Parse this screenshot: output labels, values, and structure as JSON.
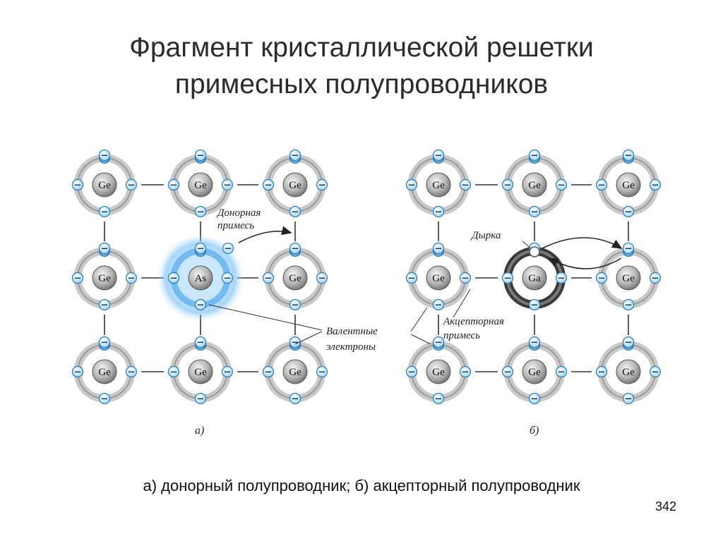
{
  "title": {
    "line1": "Фрагмент кристаллической решетки",
    "line2": "примесных полупроводников"
  },
  "diagram": {
    "host_atom": "Ge",
    "donor_atom": "As",
    "acceptor_atom": "Ga",
    "electron_sign": "−",
    "labels": {
      "donor_line1": "Донорная",
      "donor_line2": "примесь",
      "hole": "Дырка",
      "valence_line1": "Валентные",
      "valence_line2": "электроны",
      "acceptor_line1": "Акцепторная",
      "acceptor_line2": "примесь",
      "panel_a": "а)",
      "panel_b": "б)"
    }
  },
  "caption": "а) донорный полупроводник; б) акцепторный полупроводник",
  "page_number": "342"
}
